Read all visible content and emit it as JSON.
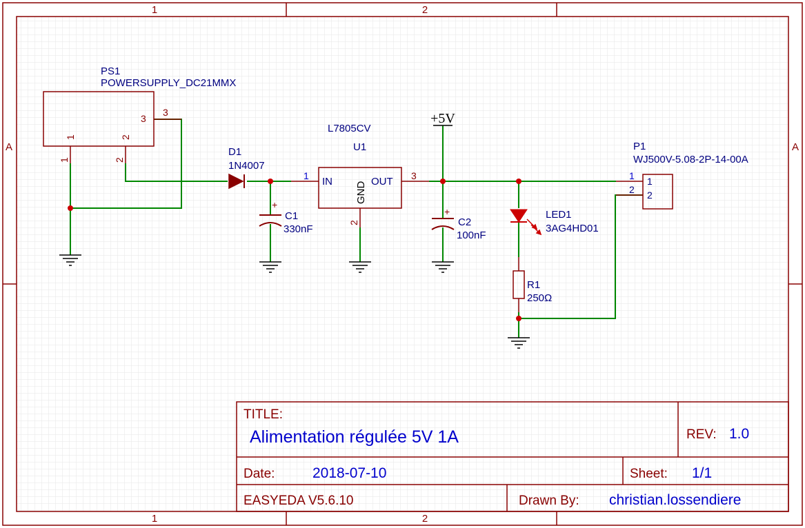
{
  "frame": {
    "col_labels": [
      "1",
      "2"
    ],
    "row_labels": [
      "A"
    ]
  },
  "components": {
    "ps1": {
      "ref": "PS1",
      "value": "POWERSUPPLY_DC21MMX",
      "pins": [
        "1",
        "2",
        "3"
      ]
    },
    "d1": {
      "ref": "D1",
      "value": "1N4007"
    },
    "u1": {
      "ref": "U1",
      "value": "L7805CV",
      "pin_in": "IN",
      "pin_gnd": "GND",
      "pin_out": "OUT",
      "pin1": "1",
      "pin2": "2",
      "pin3": "3"
    },
    "c1": {
      "ref": "C1",
      "value": "330nF",
      "polarity": "+"
    },
    "c2": {
      "ref": "C2",
      "value": "100nF",
      "polarity": "+"
    },
    "led1": {
      "ref": "LED1",
      "value": "3AG4HD01"
    },
    "r1": {
      "ref": "R1",
      "value": "250Ω"
    },
    "p1": {
      "ref": "P1",
      "value": "WJ500V-5.08-2P-14-00A",
      "pins": [
        "1",
        "2"
      ]
    },
    "vcc": {
      "label": "+5V"
    }
  },
  "title_block": {
    "title_label": "TITLE:",
    "title": "Alimentation régulée 5V 1A",
    "rev_label": "REV:",
    "rev": "1.0",
    "date_label": "Date:",
    "date": "2018-07-10",
    "sheet_label": "Sheet:",
    "sheet": "1/1",
    "tool": "EASYEDA V5.6.10",
    "drawn_label": "Drawn By:",
    "drawn_by": "christian.lossendiere"
  },
  "colors": {
    "frame": "#880000",
    "wire": "#008800",
    "junction": "#cc0000",
    "pin_number": "#0000cc",
    "label": "#000080",
    "led": "#cc0000",
    "grid": "#e6e6e6"
  }
}
